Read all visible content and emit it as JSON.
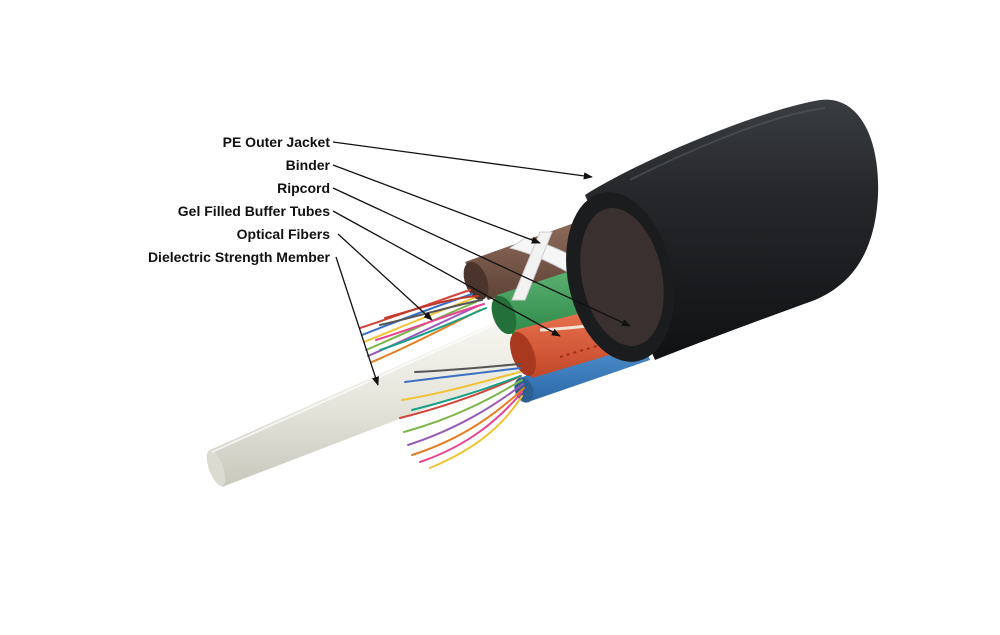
{
  "diagram": {
    "labels": [
      {
        "id": "jacket",
        "text": "PE Outer Jacket"
      },
      {
        "id": "binder",
        "text": "Binder"
      },
      {
        "id": "ripcord",
        "text": "Ripcord"
      },
      {
        "id": "buffer-tubes",
        "text": "Gel Filled Buffer Tubes"
      },
      {
        "id": "fibers",
        "text": "Optical Fibers"
      },
      {
        "id": "strength-member",
        "text": "Dielectric Strength Member"
      }
    ]
  },
  "colors": {
    "jacket": "#1f2124",
    "tube_brown": "#7b5a4b",
    "tube_green": "#4fa866",
    "tube_orange": "#e0613e",
    "tube_blue": "#3d83c6",
    "strength_member": "#e9e8df",
    "binder": "#f4f4f4",
    "leader": "#111111"
  }
}
